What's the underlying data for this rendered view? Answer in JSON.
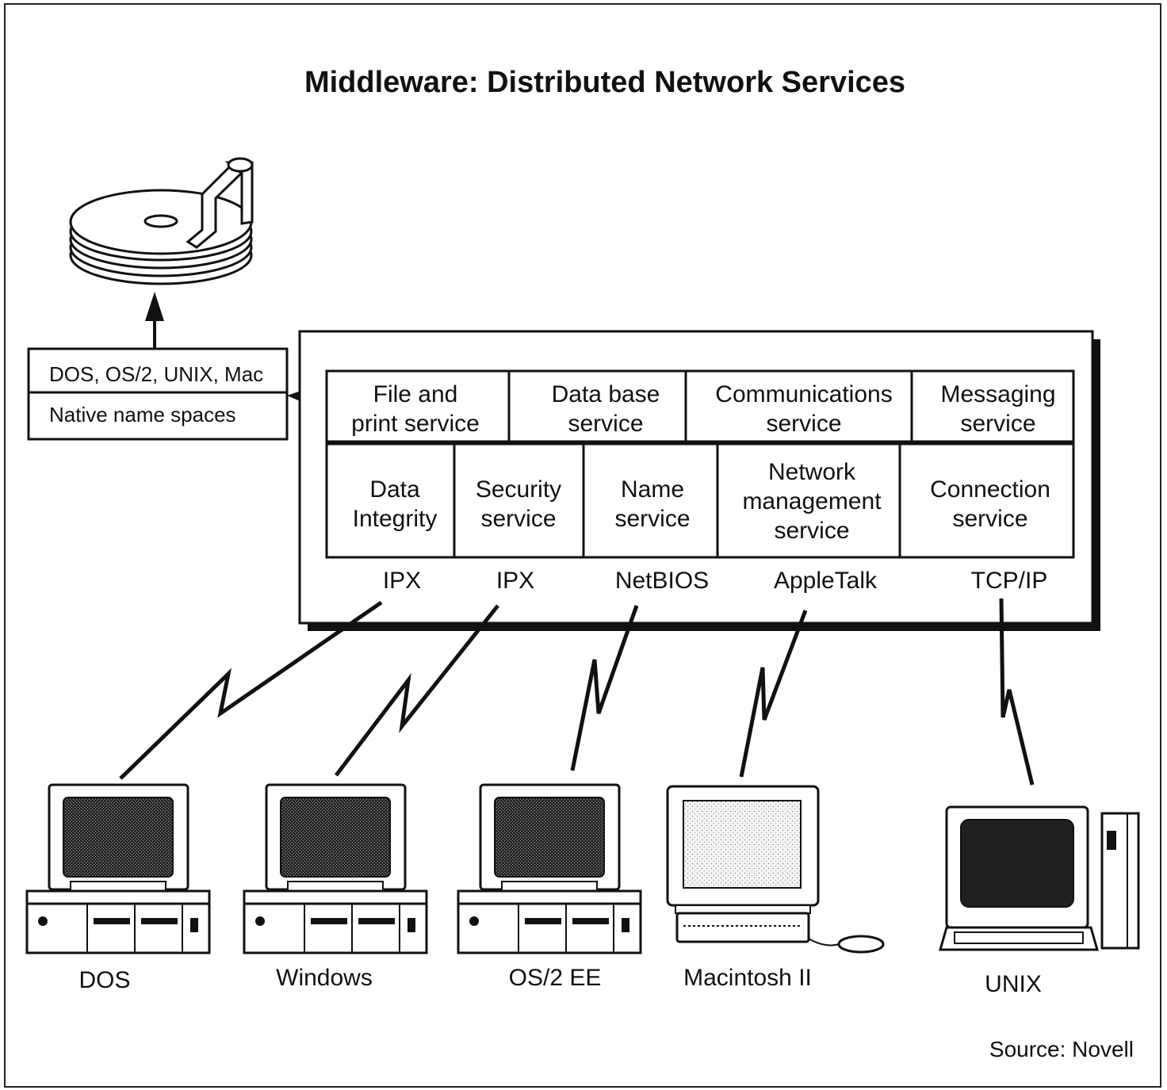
{
  "title": "Middleware: Distributed Network Services",
  "name_spaces": {
    "os_list": "DOS, OS/2, UNIX, Mac",
    "label": "Native name spaces"
  },
  "services_top": [
    {
      "line1": "File and",
      "line2": "print service"
    },
    {
      "line1": "Data base",
      "line2": "service"
    },
    {
      "line1": "Communications",
      "line2": "service"
    },
    {
      "line1": "Messaging",
      "line2": "service"
    }
  ],
  "services_bottom": [
    {
      "line1": "Data",
      "line2": "Integrity",
      "line3": ""
    },
    {
      "line1": "Security",
      "line2": "service",
      "line3": ""
    },
    {
      "line1": "Name",
      "line2": "service",
      "line3": ""
    },
    {
      "line1": "Network",
      "line2": "management",
      "line3": "service"
    },
    {
      "line1": "Connection",
      "line2": "service",
      "line3": ""
    }
  ],
  "protocols": [
    "IPX",
    "IPX",
    "NetBIOS",
    "AppleTalk",
    "TCP/IP"
  ],
  "clients": [
    "DOS",
    "Windows",
    "OS/2 EE",
    "Macintosh II",
    "UNIX"
  ],
  "source": "Source: Novell",
  "icons": [
    "disk-stack-icon",
    "pc-icon",
    "macintosh-icon",
    "unix-workstation-icon"
  ]
}
